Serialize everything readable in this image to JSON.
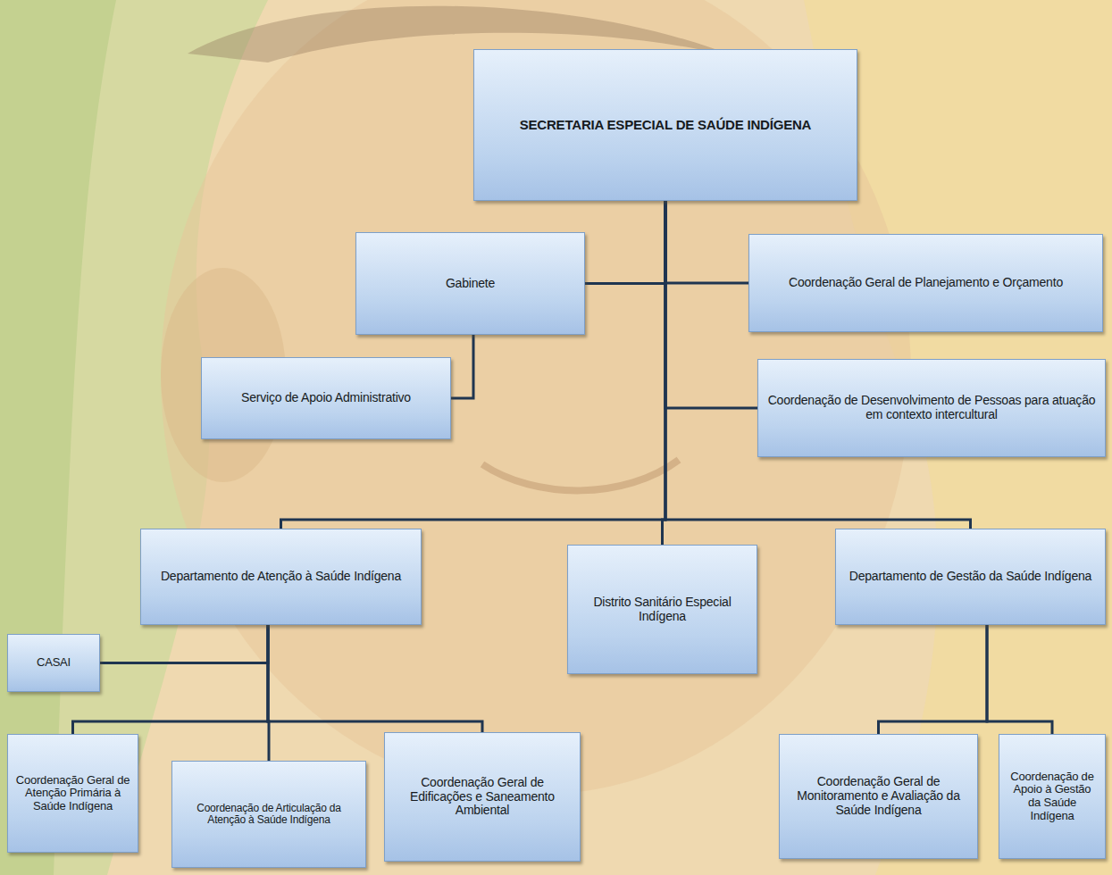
{
  "diagram": {
    "nodes": [
      {
        "text": [
          "SECRETARIA ESPECIAL DE SAÚDE INDÍGENA"
        ]
      },
      {
        "text": [
          "Gabinete"
        ]
      },
      {
        "text": [
          "Coordenação Geral de Planejamento e Orçamento"
        ]
      },
      {
        "text": [
          "Serviço de Apoio Administrativo"
        ]
      },
      {
        "text": [
          "Coordenação de Desenvolvimento de Pessoas para atuação em contexto intercultural"
        ]
      },
      {
        "text": [
          "Departamento de Atenção à Saúde Indígena"
        ]
      },
      {
        "text": [
          "Distrito Sanitário Especial Indígena"
        ]
      },
      {
        "text": [
          "Departamento de Gestão da Saúde Indígena"
        ]
      },
      {
        "text": [
          "CASAI"
        ]
      },
      {
        "text": [
          "Coordenação Geral de Atenção Primária à Saúde Indígena"
        ]
      },
      {
        "text": [
          "Coordenação de Articulação da Atenção à Saúde Indígena"
        ]
      },
      {
        "text": [
          "Coordenação Geral de Edificações e Saneamento Ambiental"
        ]
      },
      {
        "text": [
          "Coordenação Geral de Monitoramento e Avaliação da Saúde Indígena"
        ]
      },
      {
        "text": [
          "Coordenação de Apoio à Gestão da Saúde Indígena"
        ]
      }
    ],
    "edges": [
      {
        "from": 0,
        "to": 1,
        "arrow": "none"
      },
      {
        "from": 0,
        "to": 2,
        "arrow": "none"
      },
      {
        "from": 1,
        "to": 3,
        "arrow": "none"
      },
      {
        "from": 0,
        "to": 4,
        "arrow": "none"
      },
      {
        "from": 0,
        "to": 5,
        "arrow": "none"
      },
      {
        "from": 0,
        "to": 6,
        "arrow": "none"
      },
      {
        "from": 0,
        "to": 7,
        "arrow": "none"
      },
      {
        "from": 5,
        "to": 8,
        "arrow": "none"
      },
      {
        "from": 5,
        "to": 9,
        "arrow": "none"
      },
      {
        "from": 5,
        "to": 10,
        "arrow": "none"
      },
      {
        "from": 5,
        "to": 11,
        "arrow": "none"
      },
      {
        "from": 7,
        "to": 12,
        "arrow": "none"
      },
      {
        "from": 7,
        "to": 13,
        "arrow": "none"
      }
    ]
  }
}
